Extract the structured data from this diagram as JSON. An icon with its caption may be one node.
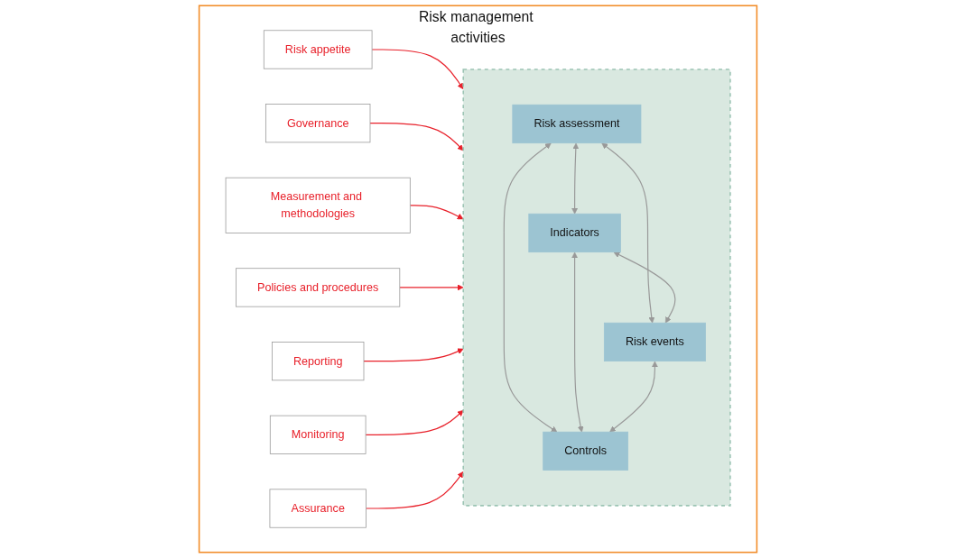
{
  "diagram": {
    "nodes": [
      {
        "text": [
          "Risk management activities"
        ]
      },
      {
        "text": [
          "Risk appetite"
        ],
        "in": 0
      },
      {
        "text": [
          "Governance"
        ],
        "in": 0
      },
      {
        "text": [
          "Measurement and methodologies"
        ],
        "in": 0
      },
      {
        "text": [
          "Policies and procedures"
        ],
        "in": 0
      },
      {
        "text": [
          "Reporting"
        ],
        "in": 0
      },
      {
        "text": [
          "Monitoring"
        ],
        "in": 0
      },
      {
        "text": [
          "Assurance"
        ],
        "in": 0
      },
      {
        "text": [],
        "shape": "box",
        "in": 0
      },
      {
        "text": [
          "Risk assessment"
        ],
        "in": 8
      },
      {
        "text": [
          "Indicators"
        ],
        "in": 8
      },
      {
        "text": [
          "Risk events"
        ],
        "in": 8
      },
      {
        "text": [
          "Controls"
        ],
        "in": 8
      }
    ],
    "edges": [
      {
        "from": 1,
        "to": 8,
        "arrow": "to",
        "color": "#e8202a"
      },
      {
        "from": 2,
        "to": 8,
        "arrow": "to",
        "color": "#e8202a"
      },
      {
        "from": 3,
        "to": 8,
        "arrow": "to",
        "color": "#e8202a"
      },
      {
        "from": 4,
        "to": 8,
        "arrow": "to",
        "color": "#e8202a"
      },
      {
        "from": 5,
        "to": 8,
        "arrow": "to",
        "color": "#e8202a"
      },
      {
        "from": 6,
        "to": 8,
        "arrow": "to",
        "color": "#e8202a"
      },
      {
        "from": 7,
        "to": 8,
        "arrow": "to",
        "color": "#e8202a"
      },
      {
        "from": 9,
        "to": 10,
        "arrow": "both",
        "color": "#999999"
      },
      {
        "from": 9,
        "to": 11,
        "arrow": "both",
        "color": "#999999"
      },
      {
        "from": 9,
        "to": 12,
        "arrow": "both",
        "color": "#999999"
      },
      {
        "from": 10,
        "to": 11,
        "arrow": "both",
        "color": "#999999"
      },
      {
        "from": 10,
        "to": 12,
        "arrow": "both",
        "color": "#999999"
      },
      {
        "from": 11,
        "to": 12,
        "arrow": "both",
        "color": "#999999"
      }
    ]
  }
}
